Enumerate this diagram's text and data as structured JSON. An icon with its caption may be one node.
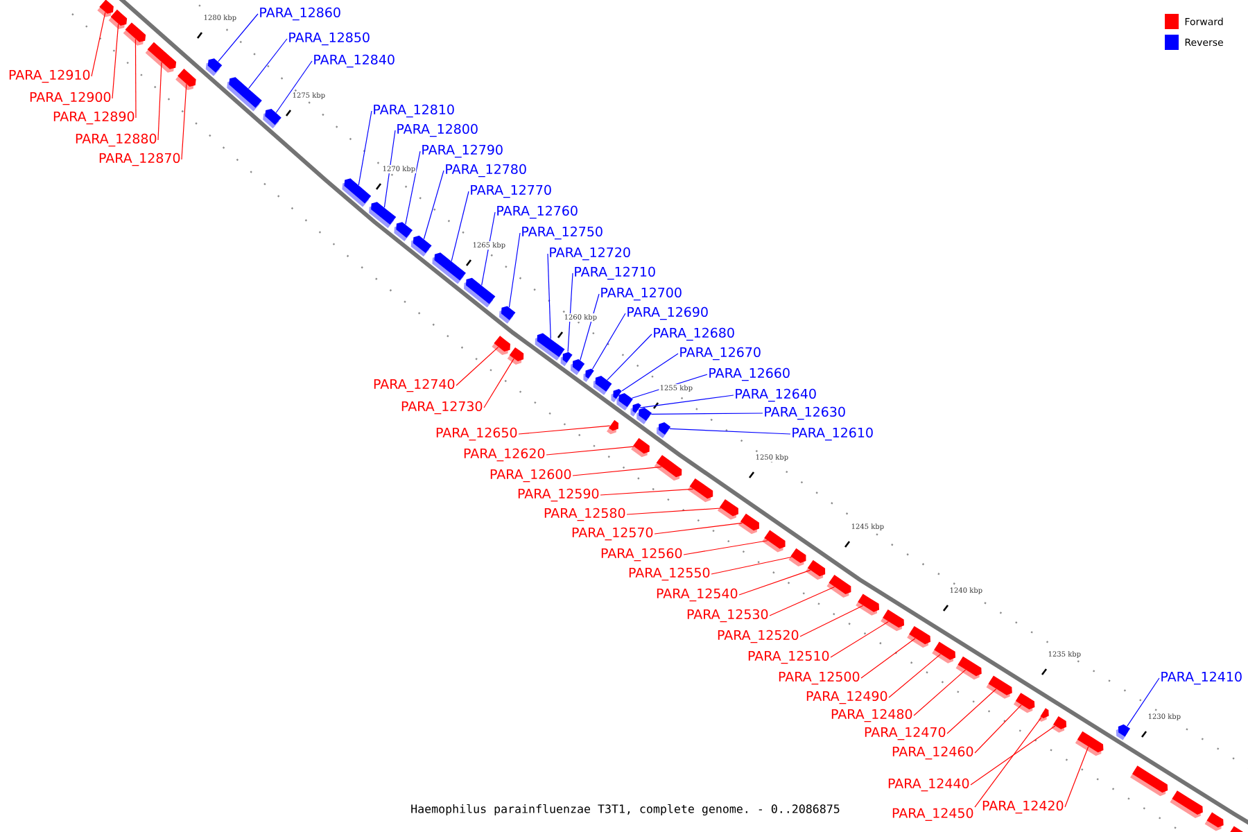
{
  "diagram": {
    "caption": "Haemophilus parainfluenzae T3T1, complete genome. - 0..2086875",
    "nodes": [
      {
        "text": [
          "PARA_12910"
        ]
      },
      {
        "text": [],
        "shape": "box"
      },
      {
        "text": [
          "PARA_12900"
        ]
      },
      {
        "text": [],
        "shape": "box"
      },
      {
        "text": [
          "PARA_12890"
        ]
      },
      {
        "text": [],
        "shape": "box"
      },
      {
        "text": [
          "PARA_12880"
        ]
      },
      {
        "text": [],
        "shape": "box"
      },
      {
        "text": [
          "PARA_12870"
        ]
      },
      {
        "text": [],
        "shape": "box"
      },
      {
        "text": [
          "PARA_12860"
        ]
      },
      {
        "text": [],
        "shape": "box"
      },
      {
        "text": [
          "PARA_12850"
        ]
      },
      {
        "text": [],
        "shape": "box"
      },
      {
        "text": [
          "PARA_12840"
        ]
      },
      {
        "text": [],
        "shape": "box"
      },
      {
        "text": [
          "PARA_12810"
        ]
      },
      {
        "text": [],
        "shape": "box"
      },
      {
        "text": [
          "PARA_12800"
        ]
      },
      {
        "text": [],
        "shape": "box"
      },
      {
        "text": [
          "PARA_12790"
        ]
      },
      {
        "text": [],
        "shape": "box"
      },
      {
        "text": [
          "PARA_12780"
        ]
      },
      {
        "text": [],
        "shape": "box"
      },
      {
        "text": [
          "PARA_12770"
        ]
      },
      {
        "text": [],
        "shape": "box"
      },
      {
        "text": [
          "PARA_12760"
        ]
      },
      {
        "text": [],
        "shape": "box"
      },
      {
        "text": [
          "PARA_12750"
        ]
      },
      {
        "text": [],
        "shape": "box"
      },
      {
        "text": [
          "PARA_12720"
        ]
      },
      {
        "text": [],
        "shape": "box"
      },
      {
        "text": [
          "PARA_12710"
        ]
      },
      {
        "text": [],
        "shape": "box"
      },
      {
        "text": [
          "PARA_12700"
        ]
      },
      {
        "text": [],
        "shape": "box"
      },
      {
        "text": [
          "PARA_12690"
        ]
      },
      {
        "text": [],
        "shape": "box"
      },
      {
        "text": [
          "PARA_12680"
        ]
      },
      {
        "text": [],
        "shape": "box"
      },
      {
        "text": [
          "PARA_12670"
        ]
      },
      {
        "text": [],
        "shape": "box"
      },
      {
        "text": [
          "PARA_12660"
        ]
      },
      {
        "text": [],
        "shape": "box"
      },
      {
        "text": [
          "PARA_12640"
        ]
      },
      {
        "text": [],
        "shape": "box"
      },
      {
        "text": [
          "PARA_12630"
        ]
      },
      {
        "text": [],
        "shape": "box"
      },
      {
        "text": [
          "PARA_12610"
        ]
      },
      {
        "text": [],
        "shape": "box"
      },
      {
        "text": [
          "PARA_12740"
        ]
      },
      {
        "text": [],
        "shape": "box"
      },
      {
        "text": [
          "PARA_12730"
        ]
      },
      {
        "text": [],
        "shape": "box"
      },
      {
        "text": [
          "PARA_12650"
        ]
      },
      {
        "text": [],
        "shape": "box"
      },
      {
        "text": [
          "PARA_12620"
        ]
      },
      {
        "text": [],
        "shape": "box"
      },
      {
        "text": [
          "PARA_12600"
        ]
      },
      {
        "text": [],
        "shape": "box"
      },
      {
        "text": [
          "PARA_12590"
        ]
      },
      {
        "text": [],
        "shape": "box"
      },
      {
        "text": [
          "PARA_12580"
        ]
      },
      {
        "text": [],
        "shape": "box"
      },
      {
        "text": [
          "PARA_12570"
        ]
      },
      {
        "text": [],
        "shape": "box"
      },
      {
        "text": [
          "PARA_12560"
        ]
      },
      {
        "text": [],
        "shape": "box"
      },
      {
        "text": [
          "PARA_12550"
        ]
      },
      {
        "text": [],
        "shape": "box"
      },
      {
        "text": [
          "PARA_12540"
        ]
      },
      {
        "text": [],
        "shape": "box"
      },
      {
        "text": [
          "PARA_12530"
        ]
      },
      {
        "text": [],
        "shape": "box"
      },
      {
        "text": [
          "PARA_12520"
        ]
      },
      {
        "text": [],
        "shape": "box"
      },
      {
        "text": [
          "PARA_12510"
        ]
      },
      {
        "text": [],
        "shape": "box"
      },
      {
        "text": [
          "PARA_12500"
        ]
      },
      {
        "text": [],
        "shape": "box"
      },
      {
        "text": [
          "PARA_12490"
        ]
      },
      {
        "text": [],
        "shape": "box"
      },
      {
        "text": [
          "PARA_12480"
        ]
      },
      {
        "text": [],
        "shape": "box"
      },
      {
        "text": [
          "PARA_12470"
        ]
      },
      {
        "text": [],
        "shape": "box"
      },
      {
        "text": [
          "PARA_12460"
        ]
      },
      {
        "text": [],
        "shape": "box"
      },
      {
        "text": [
          "PARA_12440"
        ]
      },
      {
        "text": [],
        "shape": "box"
      },
      {
        "text": [
          "PARA_12450"
        ]
      },
      {
        "text": [],
        "shape": "box"
      },
      {
        "text": [
          "PARA_12420"
        ]
      },
      {
        "text": [],
        "shape": "box"
      },
      {
        "text": [
          "PARA_12410"
        ]
      },
      {
        "text": [],
        "shape": "box"
      },
      {
        "text": [],
        "shape": "box"
      },
      {
        "text": [],
        "shape": "box"
      },
      {
        "text": [],
        "shape": "box"
      },
      {
        "text": [],
        "shape": "box"
      }
    ],
    "edges": [
      {
        "from": 0,
        "to": 1,
        "arrow": "none"
      },
      {
        "from": 2,
        "to": 3,
        "arrow": "none"
      },
      {
        "from": 4,
        "to": 5,
        "arrow": "none"
      },
      {
        "from": 6,
        "to": 7,
        "arrow": "none"
      },
      {
        "from": 8,
        "to": 9,
        "arrow": "none"
      },
      {
        "from": 10,
        "to": 11,
        "arrow": "none",
        "color": "#0000ff"
      },
      {
        "from": 12,
        "to": 13,
        "arrow": "none",
        "color": "#0000ff"
      },
      {
        "from": 14,
        "to": 15,
        "arrow": "none",
        "color": "#0000ff"
      },
      {
        "from": 16,
        "to": 17,
        "arrow": "none",
        "color": "#0000ff"
      },
      {
        "from": 18,
        "to": 19,
        "arrow": "none",
        "color": "#0000ff"
      },
      {
        "from": 20,
        "to": 21,
        "arrow": "none",
        "color": "#0000ff"
      },
      {
        "from": 22,
        "to": 23,
        "arrow": "none",
        "color": "#0000ff"
      },
      {
        "from": 24,
        "to": 25,
        "arrow": "none",
        "color": "#0000ff"
      },
      {
        "from": 26,
        "to": 27,
        "arrow": "none",
        "color": "#0000ff"
      },
      {
        "from": 28,
        "to": 29,
        "arrow": "none",
        "color": "#0000ff"
      },
      {
        "from": 30,
        "to": 31,
        "arrow": "none",
        "color": "#0000ff"
      },
      {
        "from": 32,
        "to": 33,
        "arrow": "none",
        "color": "#0000ff"
      },
      {
        "from": 34,
        "to": 35,
        "arrow": "none",
        "color": "#0000ff"
      },
      {
        "from": 36,
        "to": 37,
        "arrow": "none",
        "color": "#0000ff"
      },
      {
        "from": 38,
        "to": 39,
        "arrow": "none",
        "color": "#0000ff"
      },
      {
        "from": 40,
        "to": 41,
        "arrow": "none",
        "color": "#0000ff"
      },
      {
        "from": 42,
        "to": 43,
        "arrow": "none",
        "color": "#0000ff"
      },
      {
        "from": 44,
        "to": 45,
        "arrow": "none",
        "color": "#0000ff"
      },
      {
        "from": 46,
        "to": 47,
        "arrow": "none",
        "color": "#0000ff"
      },
      {
        "from": 48,
        "to": 49,
        "arrow": "none",
        "color": "#0000ff"
      },
      {
        "from": 50,
        "to": 51,
        "arrow": "none"
      },
      {
        "from": 52,
        "to": 53,
        "arrow": "none"
      },
      {
        "from": 54,
        "to": 55,
        "arrow": "none"
      },
      {
        "from": 56,
        "to": 57,
        "arrow": "none"
      },
      {
        "from": 58,
        "to": 59,
        "arrow": "none"
      },
      {
        "from": 60,
        "to": 61,
        "arrow": "none"
      },
      {
        "from": 62,
        "to": 63,
        "arrow": "none"
      },
      {
        "from": 64,
        "to": 65,
        "arrow": "none"
      },
      {
        "from": 66,
        "to": 67,
        "arrow": "none"
      },
      {
        "from": 68,
        "to": 69,
        "arrow": "none"
      },
      {
        "from": 70,
        "to": 71,
        "arrow": "none"
      },
      {
        "from": 72,
        "to": 73,
        "arrow": "none"
      },
      {
        "from": 74,
        "to": 75,
        "arrow": "none"
      },
      {
        "from": 76,
        "to": 77,
        "arrow": "none"
      },
      {
        "from": 78,
        "to": 79,
        "arrow": "none"
      },
      {
        "from": 80,
        "to": 81,
        "arrow": "none"
      },
      {
        "from": 82,
        "to": 83,
        "arrow": "none"
      },
      {
        "from": 84,
        "to": 85,
        "arrow": "none"
      },
      {
        "from": 86,
        "to": 87,
        "arrow": "none"
      },
      {
        "from": 88,
        "to": 89,
        "arrow": "none"
      },
      {
        "from": 90,
        "to": 91,
        "arrow": "none"
      },
      {
        "from": 92,
        "to": 93,
        "arrow": "none"
      },
      {
        "from": 94,
        "to": 95,
        "arrow": "none",
        "color": "#0000ff"
      }
    ],
    "labels": [
      "1280 kbp",
      "1275 kbp",
      "1270 kbp",
      "1265 kbp",
      "1260 kbp",
      "1255 kbp",
      "1250 kbp",
      "1245 kbp",
      "1240 kbp",
      "1235 kbp",
      "1230 kbp"
    ],
    "legend": [
      {
        "text": "Forward",
        "color": "#ff0000"
      },
      {
        "text": "Reverse",
        "color": "#0000ff"
      }
    ]
  }
}
